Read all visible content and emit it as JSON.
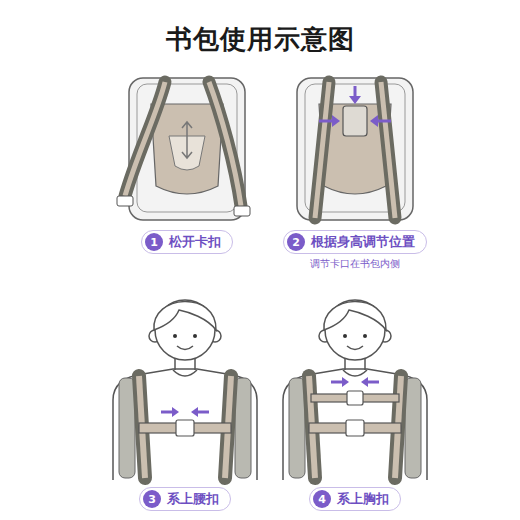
{
  "diagram": {
    "title": "书包使用示意图",
    "nodes": [
      {
        "text": [
          "1",
          "松开卡扣"
        ]
      },
      {
        "text": [
          "2",
          "根据身高调节位置"
        ]
      },
      {
        "text": [
          "3",
          "系上腰扣"
        ]
      },
      {
        "text": [
          "4",
          "系上胸扣"
        ]
      }
    ],
    "labels": [
      "调节卡口在书包内侧"
    ]
  }
}
